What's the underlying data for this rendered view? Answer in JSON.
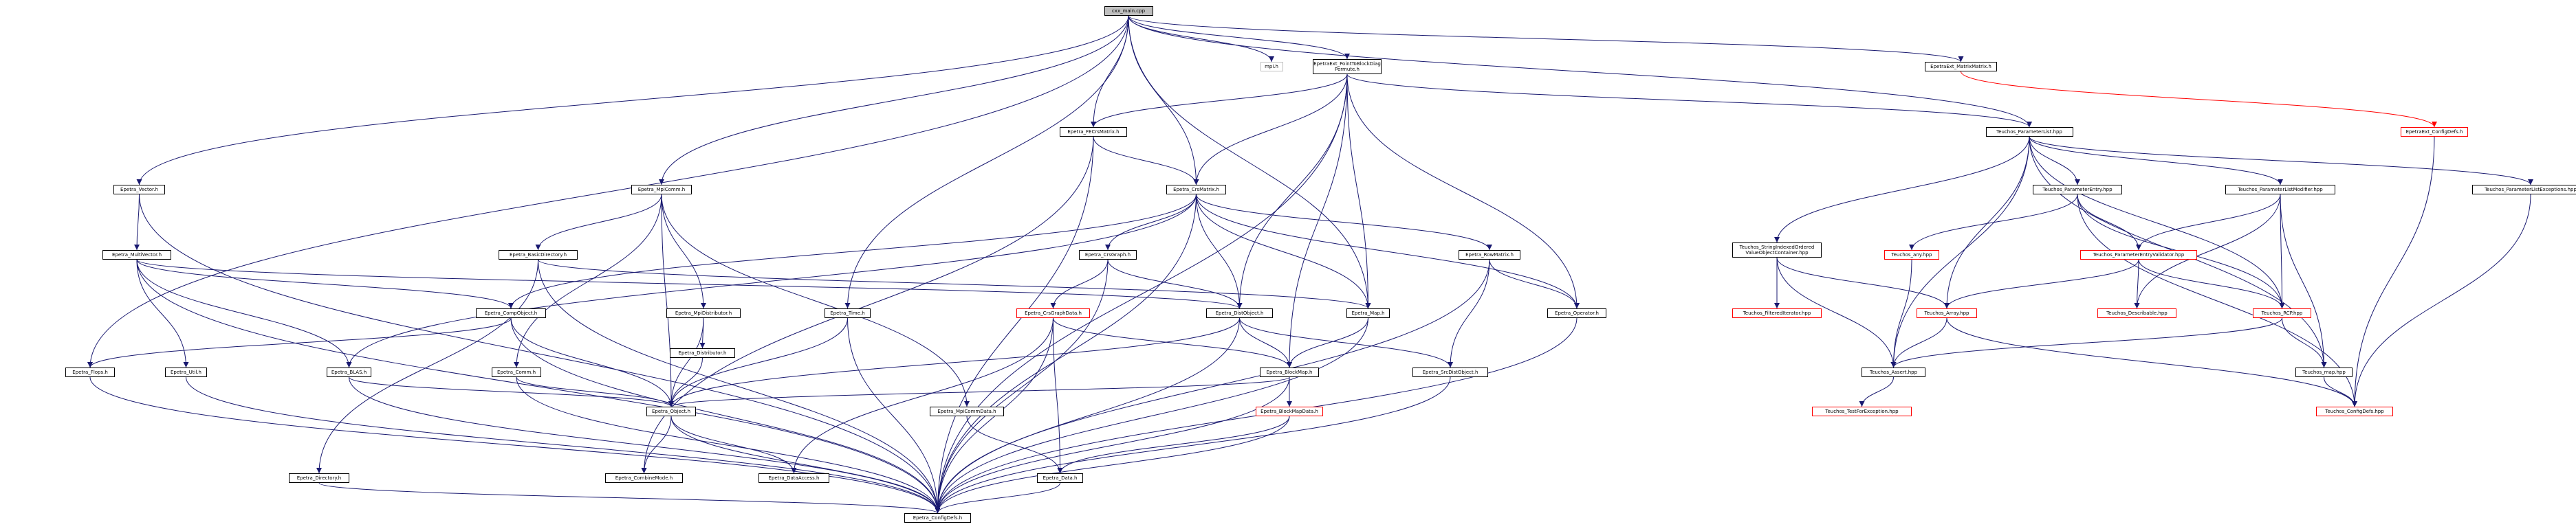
{
  "colors": {
    "edge": "#191970",
    "edge_red": "#ff0000",
    "border": "#000000",
    "border_red": "#ff0000",
    "border_gray": "#bfbfbf",
    "root_fill": "#bfbfbf"
  },
  "nodes": {
    "cxx_main": {
      "label": "cxx_main.cpp",
      "style": "root"
    },
    "mpi_h": {
      "label": "mpi.h",
      "style": "gray"
    },
    "epetraext_ptbd": {
      "label": "EpetraExt_PointToBlockDiag\nPermute.h",
      "style": "plain"
    },
    "epetraext_mm": {
      "label": "EpetraExt_MatrixMatrix.h",
      "style": "plain"
    },
    "epetraext_cd": {
      "label": "EpetraExt_ConfigDefs.h",
      "style": "red"
    },
    "fecrs": {
      "label": "Epetra_FECrsMatrix.h",
      "style": "plain"
    },
    "tpl": {
      "label": "Teuchos_ParameterList.hpp",
      "style": "plain"
    },
    "vector": {
      "label": "Epetra_Vector.h",
      "style": "plain"
    },
    "mpicomm": {
      "label": "Epetra_MpiComm.h",
      "style": "plain"
    },
    "crsmatrix": {
      "label": "Epetra_CrsMatrix.h",
      "style": "plain"
    },
    "multivector": {
      "label": "Epetra_MultiVector.h",
      "style": "plain"
    },
    "basicdir": {
      "label": "Epetra_BasicDirectory.h",
      "style": "plain"
    },
    "crsgraph": {
      "label": "Epetra_CrsGraph.h",
      "style": "plain"
    },
    "rowmatrix": {
      "label": "Epetra_RowMatrix.h",
      "style": "plain"
    },
    "tsioc": {
      "label": "Teuchos_StringIndexedOrdered\nValueObjectContainer.hpp",
      "style": "plain"
    },
    "tpe": {
      "label": "Teuchos_ParameterEntry.hpp",
      "style": "plain"
    },
    "tplm": {
      "label": "Teuchos_ParameterListModifier.hpp",
      "style": "plain"
    },
    "tple": {
      "label": "Teuchos_ParameterListExceptions.hpp",
      "style": "plain"
    },
    "tany": {
      "label": "Teuchos_any.hpp",
      "style": "red"
    },
    "tpev": {
      "label": "Teuchos_ParameterEntryValidator.hpp",
      "style": "red"
    },
    "compobj": {
      "label": "Epetra_CompObject.h",
      "style": "plain"
    },
    "mpidist": {
      "label": "Epetra_MpiDistributor.h",
      "style": "plain"
    },
    "time": {
      "label": "Epetra_Time.h",
      "style": "plain"
    },
    "crsgraphdata": {
      "label": "Epetra_CrsGraphData.h",
      "style": "red"
    },
    "distobj": {
      "label": "Epetra_DistObject.h",
      "style": "plain"
    },
    "map": {
      "label": "Epetra_Map.h",
      "style": "plain"
    },
    "operator": {
      "label": "Epetra_Operator.h",
      "style": "plain"
    },
    "tfi": {
      "label": "Teuchos_FilteredIterator.hpp",
      "style": "red"
    },
    "tarray": {
      "label": "Teuchos_Array.hpp",
      "style": "red"
    },
    "tdesc": {
      "label": "Teuchos_Describable.hpp",
      "style": "red"
    },
    "trcp": {
      "label": "Teuchos_RCP.hpp",
      "style": "red"
    },
    "flops": {
      "label": "Epetra_Flops.h",
      "style": "plain"
    },
    "util": {
      "label": "Epetra_Util.h",
      "style": "plain"
    },
    "blas": {
      "label": "Epetra_BLAS.h",
      "style": "plain"
    },
    "distributor": {
      "label": "Epetra_Distributor.h",
      "style": "plain"
    },
    "comm": {
      "label": "Epetra_Comm.h",
      "style": "plain"
    },
    "blockmap": {
      "label": "Epetra_BlockMap.h",
      "style": "plain"
    },
    "srcdistobj": {
      "label": "Epetra_SrcDistObject.h",
      "style": "plain"
    },
    "tassert": {
      "label": "Teuchos_Assert.hpp",
      "style": "plain"
    },
    "tmap": {
      "label": "Teuchos_map.hpp",
      "style": "plain"
    },
    "object": {
      "label": "Epetra_Object.h",
      "style": "plain"
    },
    "mpicommdata": {
      "label": "Epetra_MpiCommData.h",
      "style": "plain"
    },
    "blockmapdata": {
      "label": "Epetra_BlockMapData.h",
      "style": "red"
    },
    "ttfe": {
      "label": "Teuchos_TestForException.hpp",
      "style": "red"
    },
    "tcd": {
      "label": "Teuchos_ConfigDefs.hpp",
      "style": "red"
    },
    "directory": {
      "label": "Epetra_Directory.h",
      "style": "plain"
    },
    "combinemode": {
      "label": "Epetra_CombineMode.h",
      "style": "plain"
    },
    "dataaccess": {
      "label": "Epetra_DataAccess.h",
      "style": "plain"
    },
    "data": {
      "label": "Epetra_Data.h",
      "style": "plain"
    },
    "configdefs": {
      "label": "Epetra_ConfigDefs.h",
      "style": "plain"
    }
  },
  "edges": [
    [
      "cxx_main",
      "mpi_h"
    ],
    [
      "cxx_main",
      "epetraext_ptbd"
    ],
    [
      "cxx_main",
      "epetraext_mm"
    ],
    [
      "cxx_main",
      "fecrs"
    ],
    [
      "cxx_main",
      "tpl"
    ],
    [
      "cxx_main",
      "vector"
    ],
    [
      "cxx_main",
      "mpicomm"
    ],
    [
      "cxx_main",
      "crsmatrix"
    ],
    [
      "cxx_main",
      "time"
    ],
    [
      "cxx_main",
      "flops"
    ],
    [
      "cxx_main",
      "map"
    ],
    [
      "epetraext_ptbd",
      "fecrs"
    ],
    [
      "epetraext_ptbd",
      "crsmatrix"
    ],
    [
      "epetraext_ptbd",
      "map"
    ],
    [
      "epetraext_ptbd",
      "distobj"
    ],
    [
      "epetraext_ptbd",
      "operator"
    ],
    [
      "epetraext_ptbd",
      "blockmap"
    ],
    [
      "epetraext_ptbd",
      "tpl"
    ],
    [
      "epetraext_ptbd",
      "configdefs"
    ],
    [
      "epetraext_mm",
      "epetraext_cd"
    ],
    [
      "epetraext_cd",
      "tcd"
    ],
    [
      "fecrs",
      "crsmatrix"
    ],
    [
      "fecrs",
      "combinemode"
    ],
    [
      "fecrs",
      "configdefs"
    ],
    [
      "tpl",
      "tsioc"
    ],
    [
      "tpl",
      "tpe"
    ],
    [
      "tpl",
      "tplm"
    ],
    [
      "tpl",
      "tple"
    ],
    [
      "tpl",
      "tarray"
    ],
    [
      "tpl",
      "trcp"
    ],
    [
      "tpl",
      "tmap"
    ],
    [
      "tpl",
      "tassert"
    ],
    [
      "vector",
      "multivector"
    ],
    [
      "vector",
      "configdefs"
    ],
    [
      "mpicomm",
      "basicdir"
    ],
    [
      "mpicomm",
      "mpidist"
    ],
    [
      "mpicomm",
      "comm"
    ],
    [
      "mpicomm",
      "object"
    ],
    [
      "mpicomm",
      "mpicommdata"
    ],
    [
      "crsmatrix",
      "crsgraph"
    ],
    [
      "crsmatrix",
      "rowmatrix"
    ],
    [
      "crsmatrix",
      "distobj"
    ],
    [
      "crsmatrix",
      "map"
    ],
    [
      "crsmatrix",
      "operator"
    ],
    [
      "crsmatrix",
      "compobj"
    ],
    [
      "crsmatrix",
      "blas"
    ],
    [
      "crsmatrix",
      "configdefs"
    ],
    [
      "multivector",
      "compobj"
    ],
    [
      "multivector",
      "distobj"
    ],
    [
      "multivector",
      "blas"
    ],
    [
      "multivector",
      "util"
    ],
    [
      "multivector",
      "configdefs"
    ],
    [
      "basicdir",
      "directory"
    ],
    [
      "basicdir",
      "map"
    ],
    [
      "basicdir",
      "configdefs"
    ],
    [
      "crsgraph",
      "crsgraphdata"
    ],
    [
      "crsgraph",
      "distobj"
    ],
    [
      "crsgraph",
      "configdefs"
    ],
    [
      "rowmatrix",
      "operator"
    ],
    [
      "rowmatrix",
      "srcdistobj"
    ],
    [
      "rowmatrix",
      "configdefs"
    ],
    [
      "tsioc",
      "tfi"
    ],
    [
      "tsioc",
      "tarray"
    ],
    [
      "tsioc",
      "tassert"
    ],
    [
      "tpe",
      "tany"
    ],
    [
      "tpe",
      "tpev"
    ],
    [
      "tpe",
      "trcp"
    ],
    [
      "tpe",
      "tcd"
    ],
    [
      "tplm",
      "tpev"
    ],
    [
      "tplm",
      "trcp"
    ],
    [
      "tplm",
      "tdesc"
    ],
    [
      "tplm",
      "tmap"
    ],
    [
      "tple",
      "tcd"
    ],
    [
      "tany",
      "tassert"
    ],
    [
      "tpev",
      "tarray"
    ],
    [
      "tpev",
      "trcp"
    ],
    [
      "tpev",
      "tdesc"
    ],
    [
      "compobj",
      "flops"
    ],
    [
      "compobj",
      "object"
    ],
    [
      "compobj",
      "configdefs"
    ],
    [
      "mpidist",
      "distributor"
    ],
    [
      "mpidist",
      "object"
    ],
    [
      "time",
      "object"
    ],
    [
      "time",
      "configdefs"
    ],
    [
      "crsgraphdata",
      "blockmap"
    ],
    [
      "crsgraphdata",
      "data"
    ],
    [
      "crsgraphdata",
      "dataaccess"
    ],
    [
      "crsgraphdata",
      "configdefs"
    ],
    [
      "distobj",
      "blockmap"
    ],
    [
      "distobj",
      "srcdistobj"
    ],
    [
      "distobj",
      "object"
    ],
    [
      "distobj",
      "configdefs"
    ],
    [
      "map",
      "blockmap"
    ],
    [
      "map",
      "configdefs"
    ],
    [
      "operator",
      "configdefs"
    ],
    [
      "tarray",
      "tassert"
    ],
    [
      "tarray",
      "tcd"
    ],
    [
      "trcp",
      "tassert"
    ],
    [
      "trcp",
      "tmap"
    ],
    [
      "flops",
      "configdefs"
    ],
    [
      "util",
      "configdefs"
    ],
    [
      "blas",
      "object"
    ],
    [
      "blas",
      "configdefs"
    ],
    [
      "distributor",
      "object"
    ],
    [
      "comm",
      "object"
    ],
    [
      "comm",
      "configdefs"
    ],
    [
      "blockmap",
      "blockmapdata"
    ],
    [
      "blockmap",
      "object"
    ],
    [
      "blockmap",
      "configdefs"
    ],
    [
      "srcdistobj",
      "configdefs"
    ],
    [
      "tassert",
      "ttfe"
    ],
    [
      "tmap",
      "tcd"
    ],
    [
      "object",
      "combinemode"
    ],
    [
      "object",
      "dataaccess"
    ],
    [
      "object",
      "configdefs"
    ],
    [
      "mpicommdata",
      "data"
    ],
    [
      "blockmapdata",
      "data"
    ],
    [
      "blockmapdata",
      "configdefs"
    ],
    [
      "directory",
      "configdefs"
    ],
    [
      "data",
      "configdefs"
    ]
  ]
}
